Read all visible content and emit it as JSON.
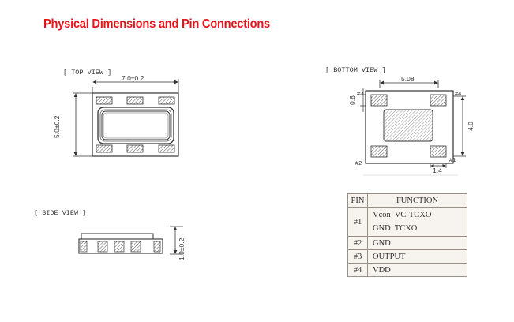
{
  "title": "Physical Dimensions and Pin Connections",
  "top_view": {
    "label": "[ TOP VIEW ]",
    "width_dim": "7.0±0.2",
    "height_dim": "5.0±0.2"
  },
  "side_view": {
    "label": "[ SIDE VIEW ]",
    "height_dim": "1.9±0.2"
  },
  "bottom_view": {
    "label": "[ BOTTOM VIEW ]",
    "pitch_dim": "5.08",
    "pad_height_dim": "0.8",
    "body_height_dim": "4.0",
    "pad_width_dim": "1.4",
    "pins": [
      "#1",
      "#2",
      "#3",
      "#4"
    ]
  },
  "pin_table": {
    "headers": [
      "PIN",
      "FUNCTION"
    ],
    "rows": [
      {
        "pin": "#1",
        "functions": [
          "Vcon  VC-TCXO",
          "GND  TCXO"
        ]
      },
      {
        "pin": "#2",
        "functions": [
          "GND"
        ]
      },
      {
        "pin": "#3",
        "functions": [
          "OUTPUT"
        ]
      },
      {
        "pin": "#4",
        "functions": [
          "VDD"
        ]
      }
    ]
  }
}
